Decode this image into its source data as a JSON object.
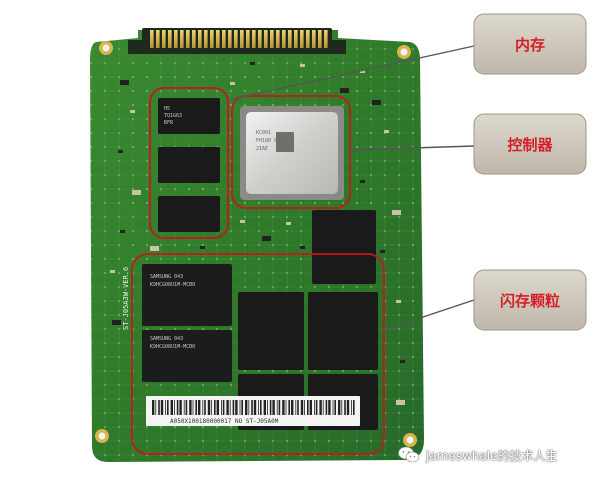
{
  "callouts": {
    "memory": "内存",
    "controller": "控制器",
    "flash": "闪存颗粒"
  },
  "board": {
    "model_silk": "ST-J05A3W-VER.6",
    "barcode_text": "A050X100180000017  NO  ST-J05A0M"
  },
  "chips": {
    "memory_marking": [
      "H5",
      "TQ1G63",
      "BFR"
    ],
    "controller_marking": [
      "KC001",
      "FH180 00-2",
      "2IAE"
    ],
    "flash_marking": [
      "SAMSUNG 043",
      "K9HCG08U1M-MCB0"
    ]
  },
  "watermark": {
    "text": "jameswhale的技术人生"
  },
  "colors": {
    "pcb": "#2f7a2a",
    "highlight": "#c9151b",
    "callout_bg": "#cfc9bd",
    "callout_text": "#d4202a"
  }
}
